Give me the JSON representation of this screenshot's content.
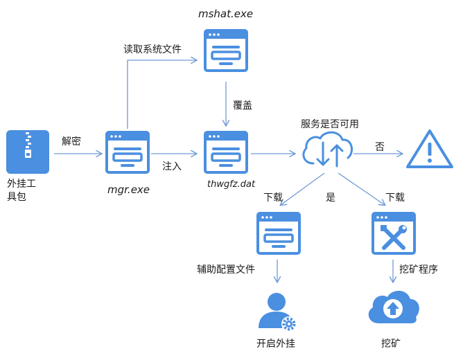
{
  "colors": {
    "primary": "#4a8fe0",
    "arrow": "#6d9ad6",
    "white": "#ffffff"
  },
  "nodes": {
    "toolkit": {
      "label_line1": "外挂工",
      "label_line2": "具包",
      "icon": "zip-file-icon"
    },
    "mshat": {
      "label": "mshat.exe",
      "icon": "browser-window-icon"
    },
    "mgr": {
      "label": "mgr.exe",
      "icon": "browser-window-icon"
    },
    "thwgfz": {
      "label": "thwgfz.dat",
      "icon": "browser-window-icon"
    },
    "service": {
      "label": "服务是否可用",
      "icon": "cloud-sync-icon"
    },
    "warning": {
      "icon": "warning-triangle-icon"
    },
    "config": {
      "icon": "browser-window-icon"
    },
    "miner_tool": {
      "icon": "tools-window-icon"
    },
    "start_cheat": {
      "label": "开启外挂",
      "icon": "user-settings-icon"
    },
    "mining": {
      "label": "挖矿",
      "icon": "cloud-upload-icon"
    }
  },
  "edges": {
    "decrypt": "解密",
    "read_system_files": "读取系统文件",
    "inject": "注入",
    "overwrite": "覆盖",
    "no": "否",
    "yes": "是",
    "download_left": "下载",
    "download_right": "下载",
    "aux_config": "辅助配置文件",
    "mining_program": "挖矿程序"
  }
}
